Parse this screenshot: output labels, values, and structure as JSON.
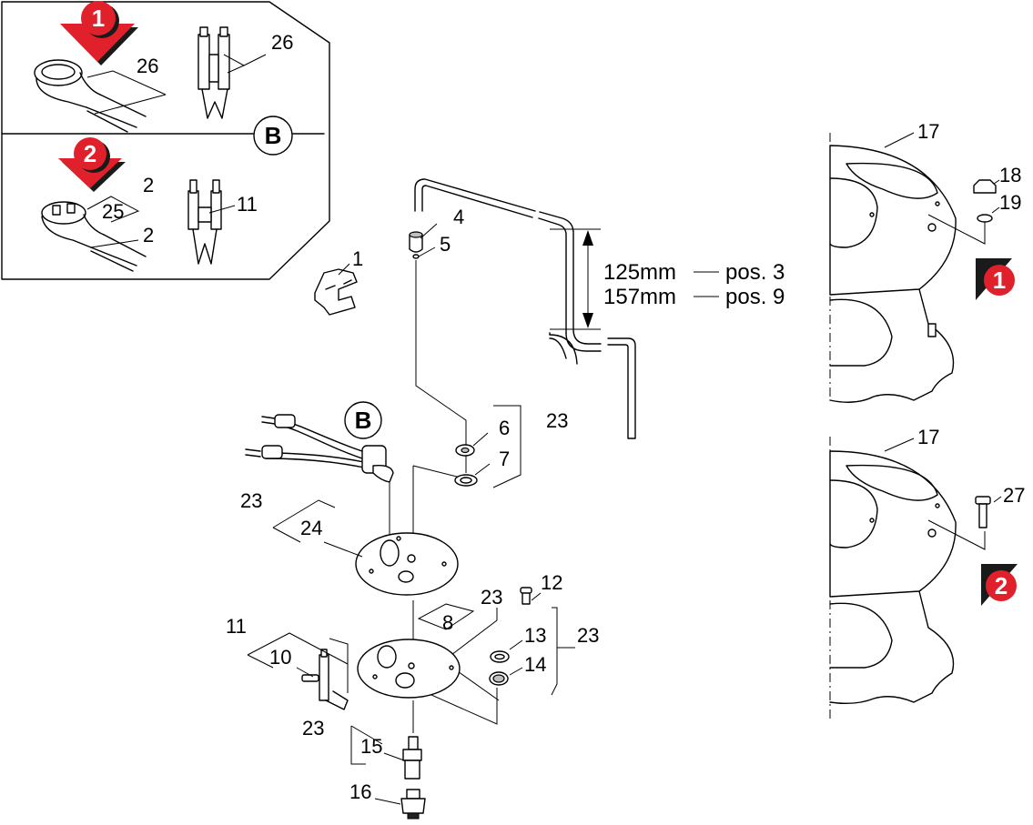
{
  "callouts": {
    "c1": "1",
    "c2": "2",
    "c4": "4",
    "c5": "5",
    "c6": "6",
    "c7": "7",
    "c8": "8",
    "c10": "10",
    "c11a": "11",
    "c11b": "11",
    "c12": "12",
    "c13": "13",
    "c14": "14",
    "c15": "15",
    "c16": "16",
    "c17a": "17",
    "c17b": "17",
    "c18": "18",
    "c19": "19",
    "c23a": "23",
    "c23b": "23",
    "c23c": "23",
    "c23d": "23",
    "c23e": "23",
    "c24": "24",
    "c25": "25",
    "c26a": "26",
    "c26b": "26",
    "c27": "27",
    "c2a": "2",
    "c2b": "2"
  },
  "markers": {
    "variant1": "1",
    "variant2": "2"
  },
  "detail_letter": {
    "inset": "B",
    "main": "B"
  },
  "dimensions": {
    "row1_length": "125mm",
    "row1_pos": "pos. 3",
    "row2_length": "157mm",
    "row2_pos": "pos. 9"
  },
  "colors": {
    "marker_red": "#e0202a",
    "marker_shadow": "#1a1a1a"
  }
}
